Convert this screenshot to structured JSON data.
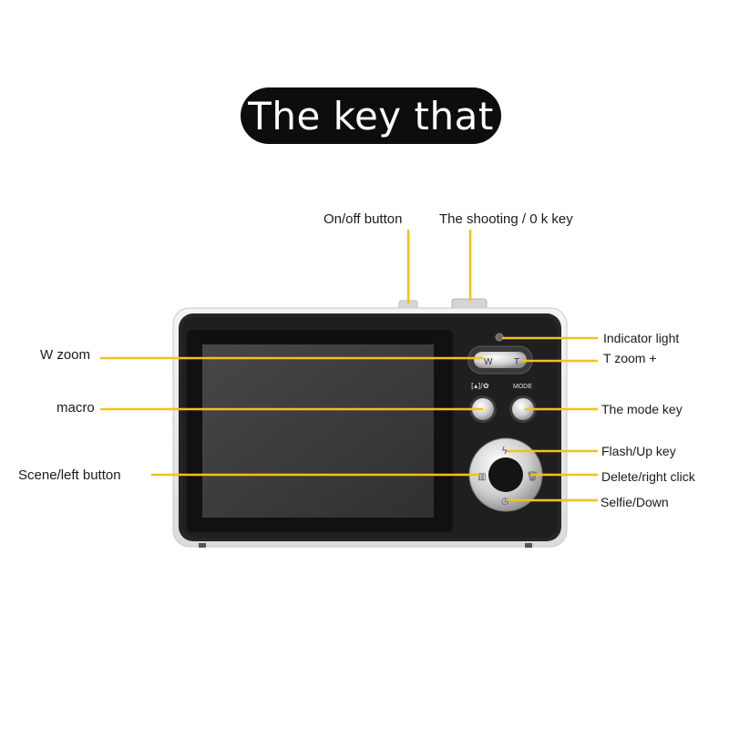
{
  "title": "The key that",
  "labels": {
    "on_off": "On/off button",
    "shooting": "The shooting / 0 k key",
    "indicator": "Indicator light",
    "w_zoom": "W zoom",
    "t_zoom": "T zoom +",
    "macro": "macro",
    "mode_key": "The mode key",
    "flash_up": "Flash/Up key",
    "scene_left": "Scene/left button",
    "delete_right": "Delete/right click",
    "selfie_down": "Selfie/Down"
  },
  "camera_marks": {
    "mode_small": "MODE",
    "zoom_w": "W",
    "zoom_t": "T"
  },
  "colors": {
    "leader_line": "#f2c21b",
    "title_bg": "#0d0d0d",
    "body_frame": "#2b2b2b",
    "screen": "#3a3a3a"
  }
}
